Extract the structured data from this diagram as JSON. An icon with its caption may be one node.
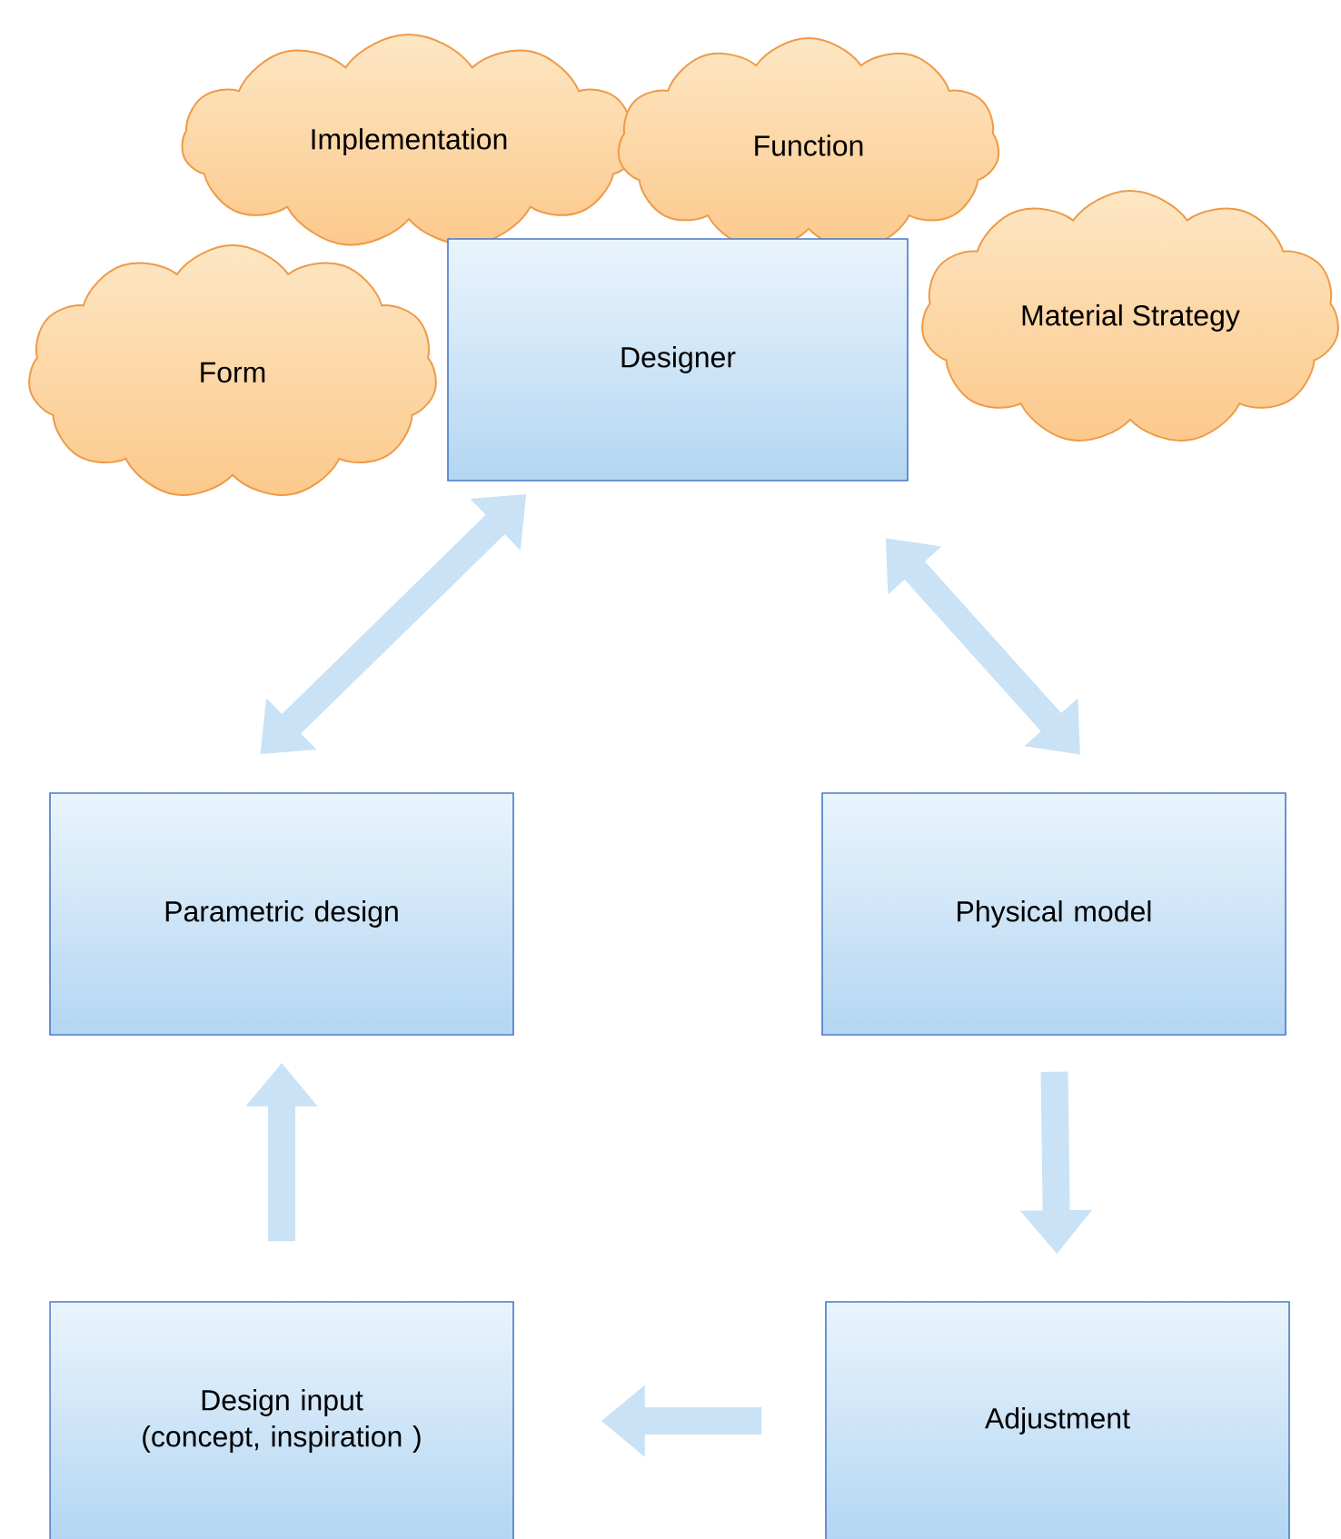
{
  "diagram": {
    "nodes": [
      {
        "text": [
          "Implementation"
        ]
      },
      {
        "text": [
          "Function"
        ]
      },
      {
        "text": [
          "Form"
        ]
      },
      {
        "text": [
          "Designer"
        ]
      },
      {
        "text": [
          "Material Strategy"
        ]
      },
      {
        "text": [
          "Parametric design"
        ]
      },
      {
        "text": [
          "Physical model"
        ]
      },
      {
        "text": [
          "Design input (concept, inspiration )"
        ]
      },
      {
        "text": [
          "Adjustment"
        ]
      }
    ],
    "edges": [
      {
        "from": 5,
        "to": 3,
        "arrow": "both"
      },
      {
        "from": 3,
        "to": 6,
        "arrow": "both"
      },
      {
        "from": 6,
        "to": 8,
        "arrow": "to"
      },
      {
        "from": 8,
        "to": 7,
        "arrow": "to"
      },
      {
        "from": 7,
        "to": 5,
        "arrow": "to"
      }
    ]
  }
}
